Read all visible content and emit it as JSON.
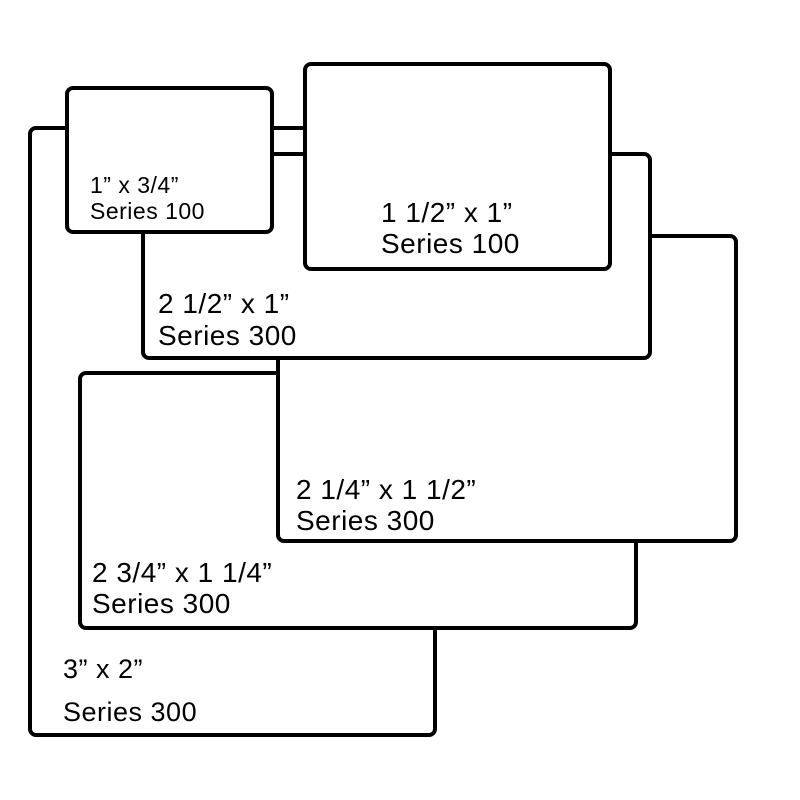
{
  "colors": {
    "stroke": "#000000",
    "fill": "#ffffff",
    "text": "#000000"
  },
  "labels": [
    {
      "id": "3x2",
      "size": "3” x 2”",
      "series": "Series 300"
    },
    {
      "id": "2-3-4x1-1-4",
      "size": "2 3/4” x 1 1/4”",
      "series": "Series 300"
    },
    {
      "id": "2-1-4x1-1-2",
      "size": "2 1/4” x 1 1/2”",
      "series": "Series 300"
    },
    {
      "id": "2-1-2x1",
      "size": "2 1/2” x 1”",
      "series": "Series 300"
    },
    {
      "id": "1-1-2x1",
      "size": "1 1/2” x 1”",
      "series": "Series 100"
    },
    {
      "id": "1x3-4",
      "size": "1” x 3/4”",
      "series": "Series 100"
    }
  ]
}
